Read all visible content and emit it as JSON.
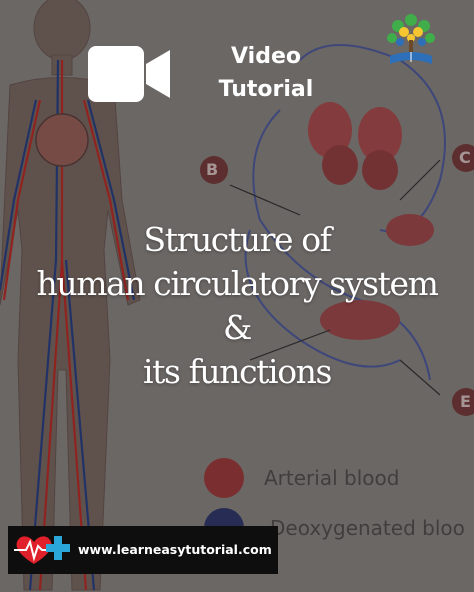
{
  "header": {
    "icon": "video-camera-icon",
    "label_line1": "Video",
    "label_line2": "Tutorial",
    "logo_icon": "tree-book-logo"
  },
  "title": {
    "line1": "Structure of",
    "line2": "human circulatory system",
    "line3": "&",
    "line4": "its functions"
  },
  "diagram": {
    "label_b": "B",
    "label_c": "C",
    "label_e": "E",
    "legend_arterial": "Arterial blood",
    "legend_deoxygenated": "Deoxygenated bloo",
    "colors": {
      "arterial": "#c8231e",
      "deoxygenated": "#1e3a8a"
    }
  },
  "footer": {
    "logo_icon": "heartbeat-logo",
    "url": "www.learneasytutorial.com"
  }
}
